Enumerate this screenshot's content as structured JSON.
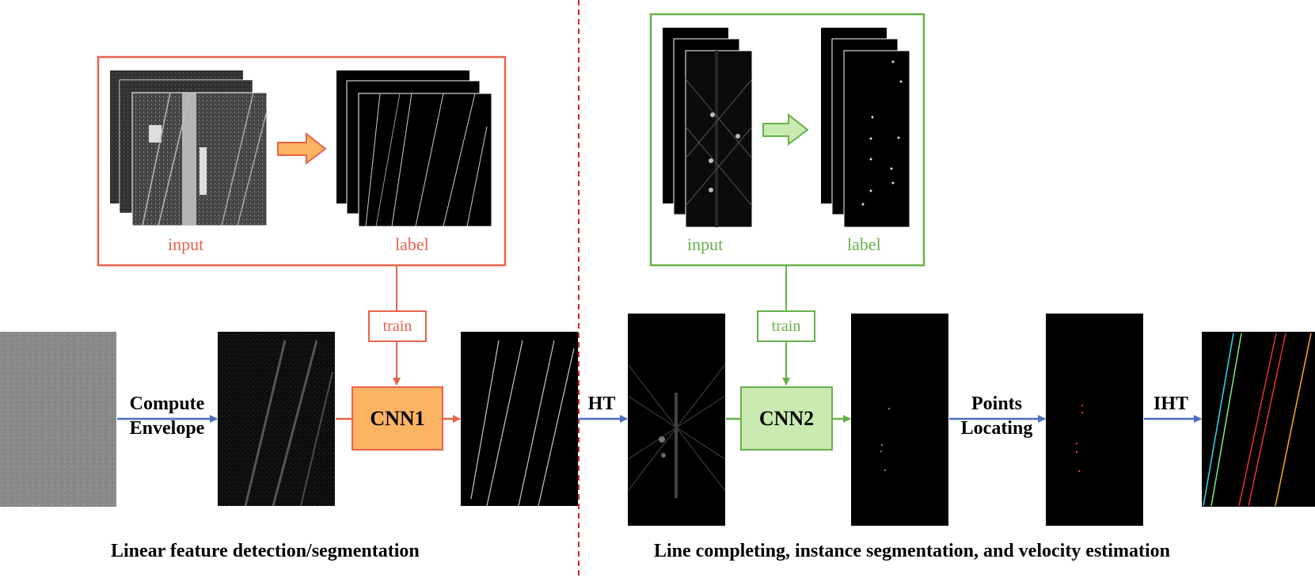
{
  "colors": {
    "red": "#e8624b",
    "green": "#66b14a",
    "blue": "#4a6fc1",
    "cnn1_fill": "#fdb462",
    "cnn2_fill": "#c9eab1",
    "divider": "#d8232a"
  },
  "left": {
    "training": {
      "input_label": "input",
      "label_label": "label",
      "train_label": "train"
    },
    "steps": {
      "compute_line1": "Compute",
      "compute_line2": "Envelope"
    },
    "network_label": "CNN1",
    "caption": "Linear feature detection/segmentation"
  },
  "right": {
    "training": {
      "input_label": "input",
      "label_label": "label",
      "train_label": "train"
    },
    "steps": {
      "ht": "HT",
      "points_line1": "Points",
      "points_line2": "Locating",
      "iht": "IHT"
    },
    "network_label": "CNN2",
    "caption": "Line completing, instance segmentation, and velocity estimation"
  }
}
